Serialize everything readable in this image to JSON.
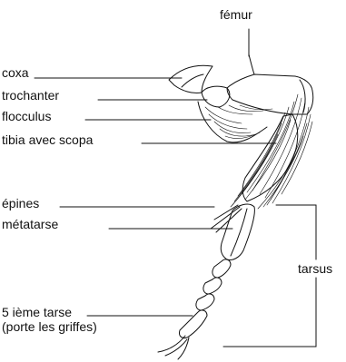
{
  "labels": {
    "femur": "fémur",
    "coxa": "coxa",
    "trochanter": "trochanter",
    "flocculus": "flocculus",
    "tibia": "tibia avec scopa",
    "epines": "épines",
    "metatarse": "métatarse",
    "tarsus": "tarsus",
    "tarse5_line1": "5 ième tarse",
    "tarse5_line2": "(porte les griffes)"
  }
}
